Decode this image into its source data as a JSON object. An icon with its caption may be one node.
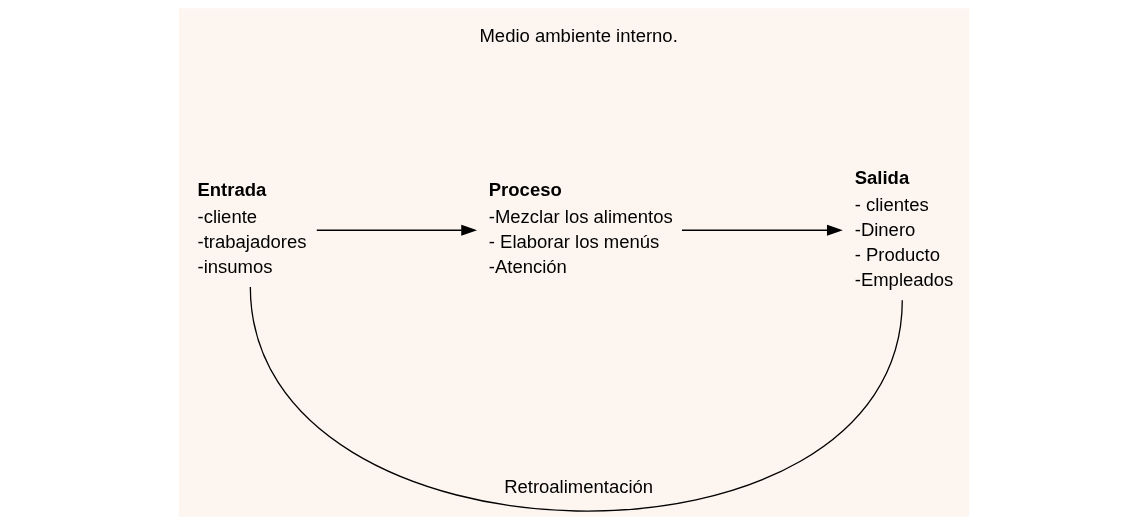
{
  "diagram": {
    "nodes": [
      {
        "text": [
          "Entrada",
          "-cliente",
          "-trabajadores",
          "-insumos"
        ]
      },
      {
        "text": [
          "Proceso",
          "-Mezclar los alimentos",
          "- Elaborar los menús",
          "-Atención"
        ]
      },
      {
        "text": [
          "Salida",
          "- clientes",
          "-Dinero",
          "- Producto",
          "-Empleados"
        ]
      }
    ],
    "edges": [
      {
        "from": 0,
        "to": 1,
        "arrow": "to"
      },
      {
        "from": 1,
        "to": 2,
        "arrow": "to"
      },
      {
        "from": 0,
        "to": 2,
        "arrow": "none",
        "label": "Retroalimentación"
      }
    ],
    "labels": [
      "Medio ambiente interno."
    ]
  }
}
